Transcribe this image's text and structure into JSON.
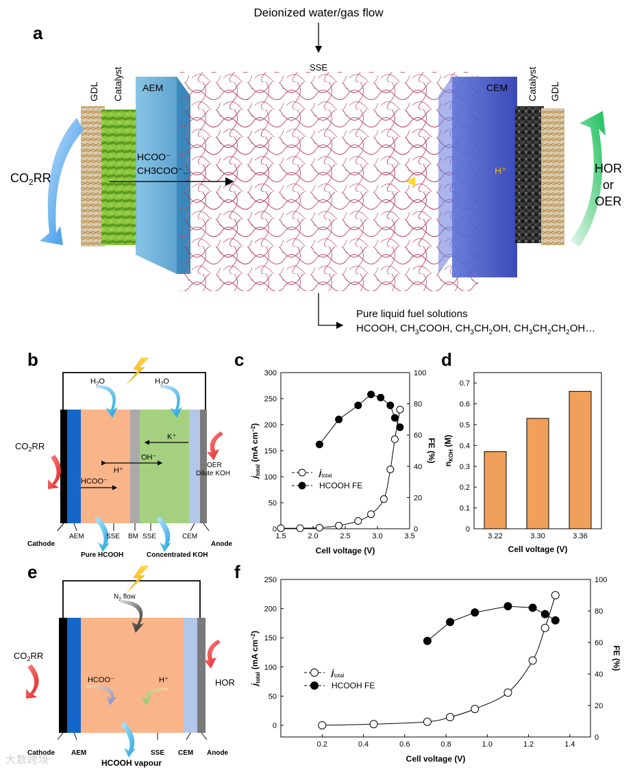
{
  "panel_a": {
    "label": "a",
    "top_flow": "Deionized water/gas flow",
    "sse": "SSE",
    "gdl_left": "GDL",
    "catalyst_left": "Catalyst",
    "aem": "AEM",
    "cem": "CEM",
    "catalyst_right": "Catalyst",
    "gdl_right": "GDL",
    "co2rr": "CO2RR",
    "hor_or_oer": [
      "HOR",
      "or",
      "OER"
    ],
    "ions_left": [
      "HCOO⁻",
      "CH3COO⁻..."
    ],
    "ion_right": "H⁺",
    "output_title": "Pure liquid fuel solutions",
    "output_list": "HCOOH, CH3COOH, CH3CH2OH, CH3CH2CH2OH…",
    "colors": {
      "aem": "#4d9bcf",
      "cem": "#3b4fc4",
      "polymer": "#c0466a",
      "catalyst_left": "#6aae2f",
      "catalyst_right": "#2b2b2b",
      "hydrogen_arrow": "#f2c230"
    }
  },
  "panel_b": {
    "label": "b",
    "h2o_left": "H2O",
    "h2o_right": "H2O",
    "co2rr": "CO2RR",
    "kplus": "K⁺",
    "ohminus": "OH⁻",
    "hplus": "H⁺",
    "hcoo": "HCOO⁻",
    "oer": "OER",
    "dilute": "Dilute KOH",
    "bottom_labels": [
      "Cathode",
      "AEM",
      "SSE",
      "BM",
      "SSE",
      "CEM",
      "Anode"
    ],
    "pure_hcooh": "Pure HCOOH",
    "concentrated_koh": "Concentrated KOH"
  },
  "panel_e": {
    "label": "e",
    "n2flow": "N2 flow",
    "co2rr": "CO2RR",
    "hcoo": "HCOO⁻",
    "hplus": "H⁺",
    "hor": "HOR",
    "bottom_labels": [
      "Cathode",
      "AEM",
      "SSE",
      "CEM",
      "Anode"
    ],
    "vapour": "HCOOH vapour"
  },
  "panel_c": {
    "label": "c",
    "xlabel": "Cell voltage (V)",
    "ylabel_left": "j_total (mA cm⁻²)",
    "ylabel_right": "FE (%)"
  },
  "panel_d": {
    "label": "d",
    "xlabel": "Cell voltage (V)",
    "ylabel": "n_KOH (M)"
  },
  "panel_f": {
    "label": "f",
    "xlabel": "Cell voltage (V)",
    "ylabel_left": "j_total (mA cm⁻²)",
    "ylabel_right": "FE (%)"
  },
  "watermark": "大数跨境",
  "chart_data": [
    {
      "id": "c",
      "type": "scatter",
      "xlabel": "Cell voltage (V)",
      "ylabel": "jtotal (mA cm-2)",
      "y2label": "FE (%)",
      "xlim": [
        1.5,
        3.5
      ],
      "xticks": [
        1.5,
        2.0,
        2.5,
        3.0,
        3.5
      ],
      "ylim": [
        0,
        300
      ],
      "yticks": [
        0,
        50,
        100,
        150,
        200,
        250,
        300
      ],
      "y2lim": [
        0,
        100
      ],
      "y2ticks": [
        0,
        20,
        40,
        60,
        80,
        100
      ],
      "legend": "center-left",
      "series": [
        {
          "name": "jtotal",
          "axis": "left",
          "marker": "open",
          "x": [
            1.5,
            1.8,
            2.1,
            2.4,
            2.7,
            2.9,
            3.1,
            3.2,
            3.27,
            3.35
          ],
          "y": [
            1,
            1,
            2,
            6,
            15,
            28,
            57,
            114,
            172,
            229
          ]
        },
        {
          "name": "HCOOH FE",
          "axis": "right",
          "marker": "filled",
          "x": [
            2.1,
            2.4,
            2.7,
            2.9,
            3.05,
            3.2,
            3.27,
            3.35
          ],
          "y": [
            54,
            70,
            79,
            86,
            84,
            79,
            71,
            65
          ]
        }
      ]
    },
    {
      "id": "d",
      "type": "bar",
      "xlabel": "Cell voltage (V)",
      "ylabel": "nKOH (M)",
      "categories": [
        "3.22",
        "3.30",
        "3.36"
      ],
      "values": [
        0.37,
        0.53,
        0.66
      ],
      "ylim": [
        0,
        0.75
      ],
      "yticks": [
        0,
        0.1,
        0.2,
        0.3,
        0.4,
        0.5,
        0.6,
        0.7
      ],
      "colors": {
        "bar": "#f0a05a"
      }
    },
    {
      "id": "f",
      "type": "scatter",
      "xlabel": "Cell voltage (V)",
      "ylabel": "jtotal (mA cm-2)",
      "y2label": "FE (%)",
      "xlim": [
        0.0,
        1.5
      ],
      "xticks": [
        0.2,
        0.4,
        0.6,
        0.8,
        1.0,
        1.2,
        1.4
      ],
      "ylim": [
        -20,
        250
      ],
      "yticks": [
        0,
        50,
        100,
        150,
        200,
        250
      ],
      "y2lim": [
        0,
        100
      ],
      "y2ticks": [
        0,
        20,
        40,
        60,
        80,
        100
      ],
      "legend": "center-left",
      "series": [
        {
          "name": "jtotal",
          "axis": "left",
          "marker": "open",
          "x": [
            0.2,
            0.45,
            0.71,
            0.82,
            0.94,
            1.1,
            1.22,
            1.28,
            1.33
          ],
          "y": [
            0,
            2,
            6,
            14,
            28,
            56,
            111,
            167,
            223
          ]
        },
        {
          "name": "HCOOH FE",
          "axis": "right",
          "marker": "filled",
          "x": [
            0.71,
            0.82,
            0.94,
            1.1,
            1.22,
            1.28,
            1.33
          ],
          "y": [
            61,
            73,
            79,
            83,
            82,
            78,
            74
          ]
        }
      ]
    }
  ]
}
